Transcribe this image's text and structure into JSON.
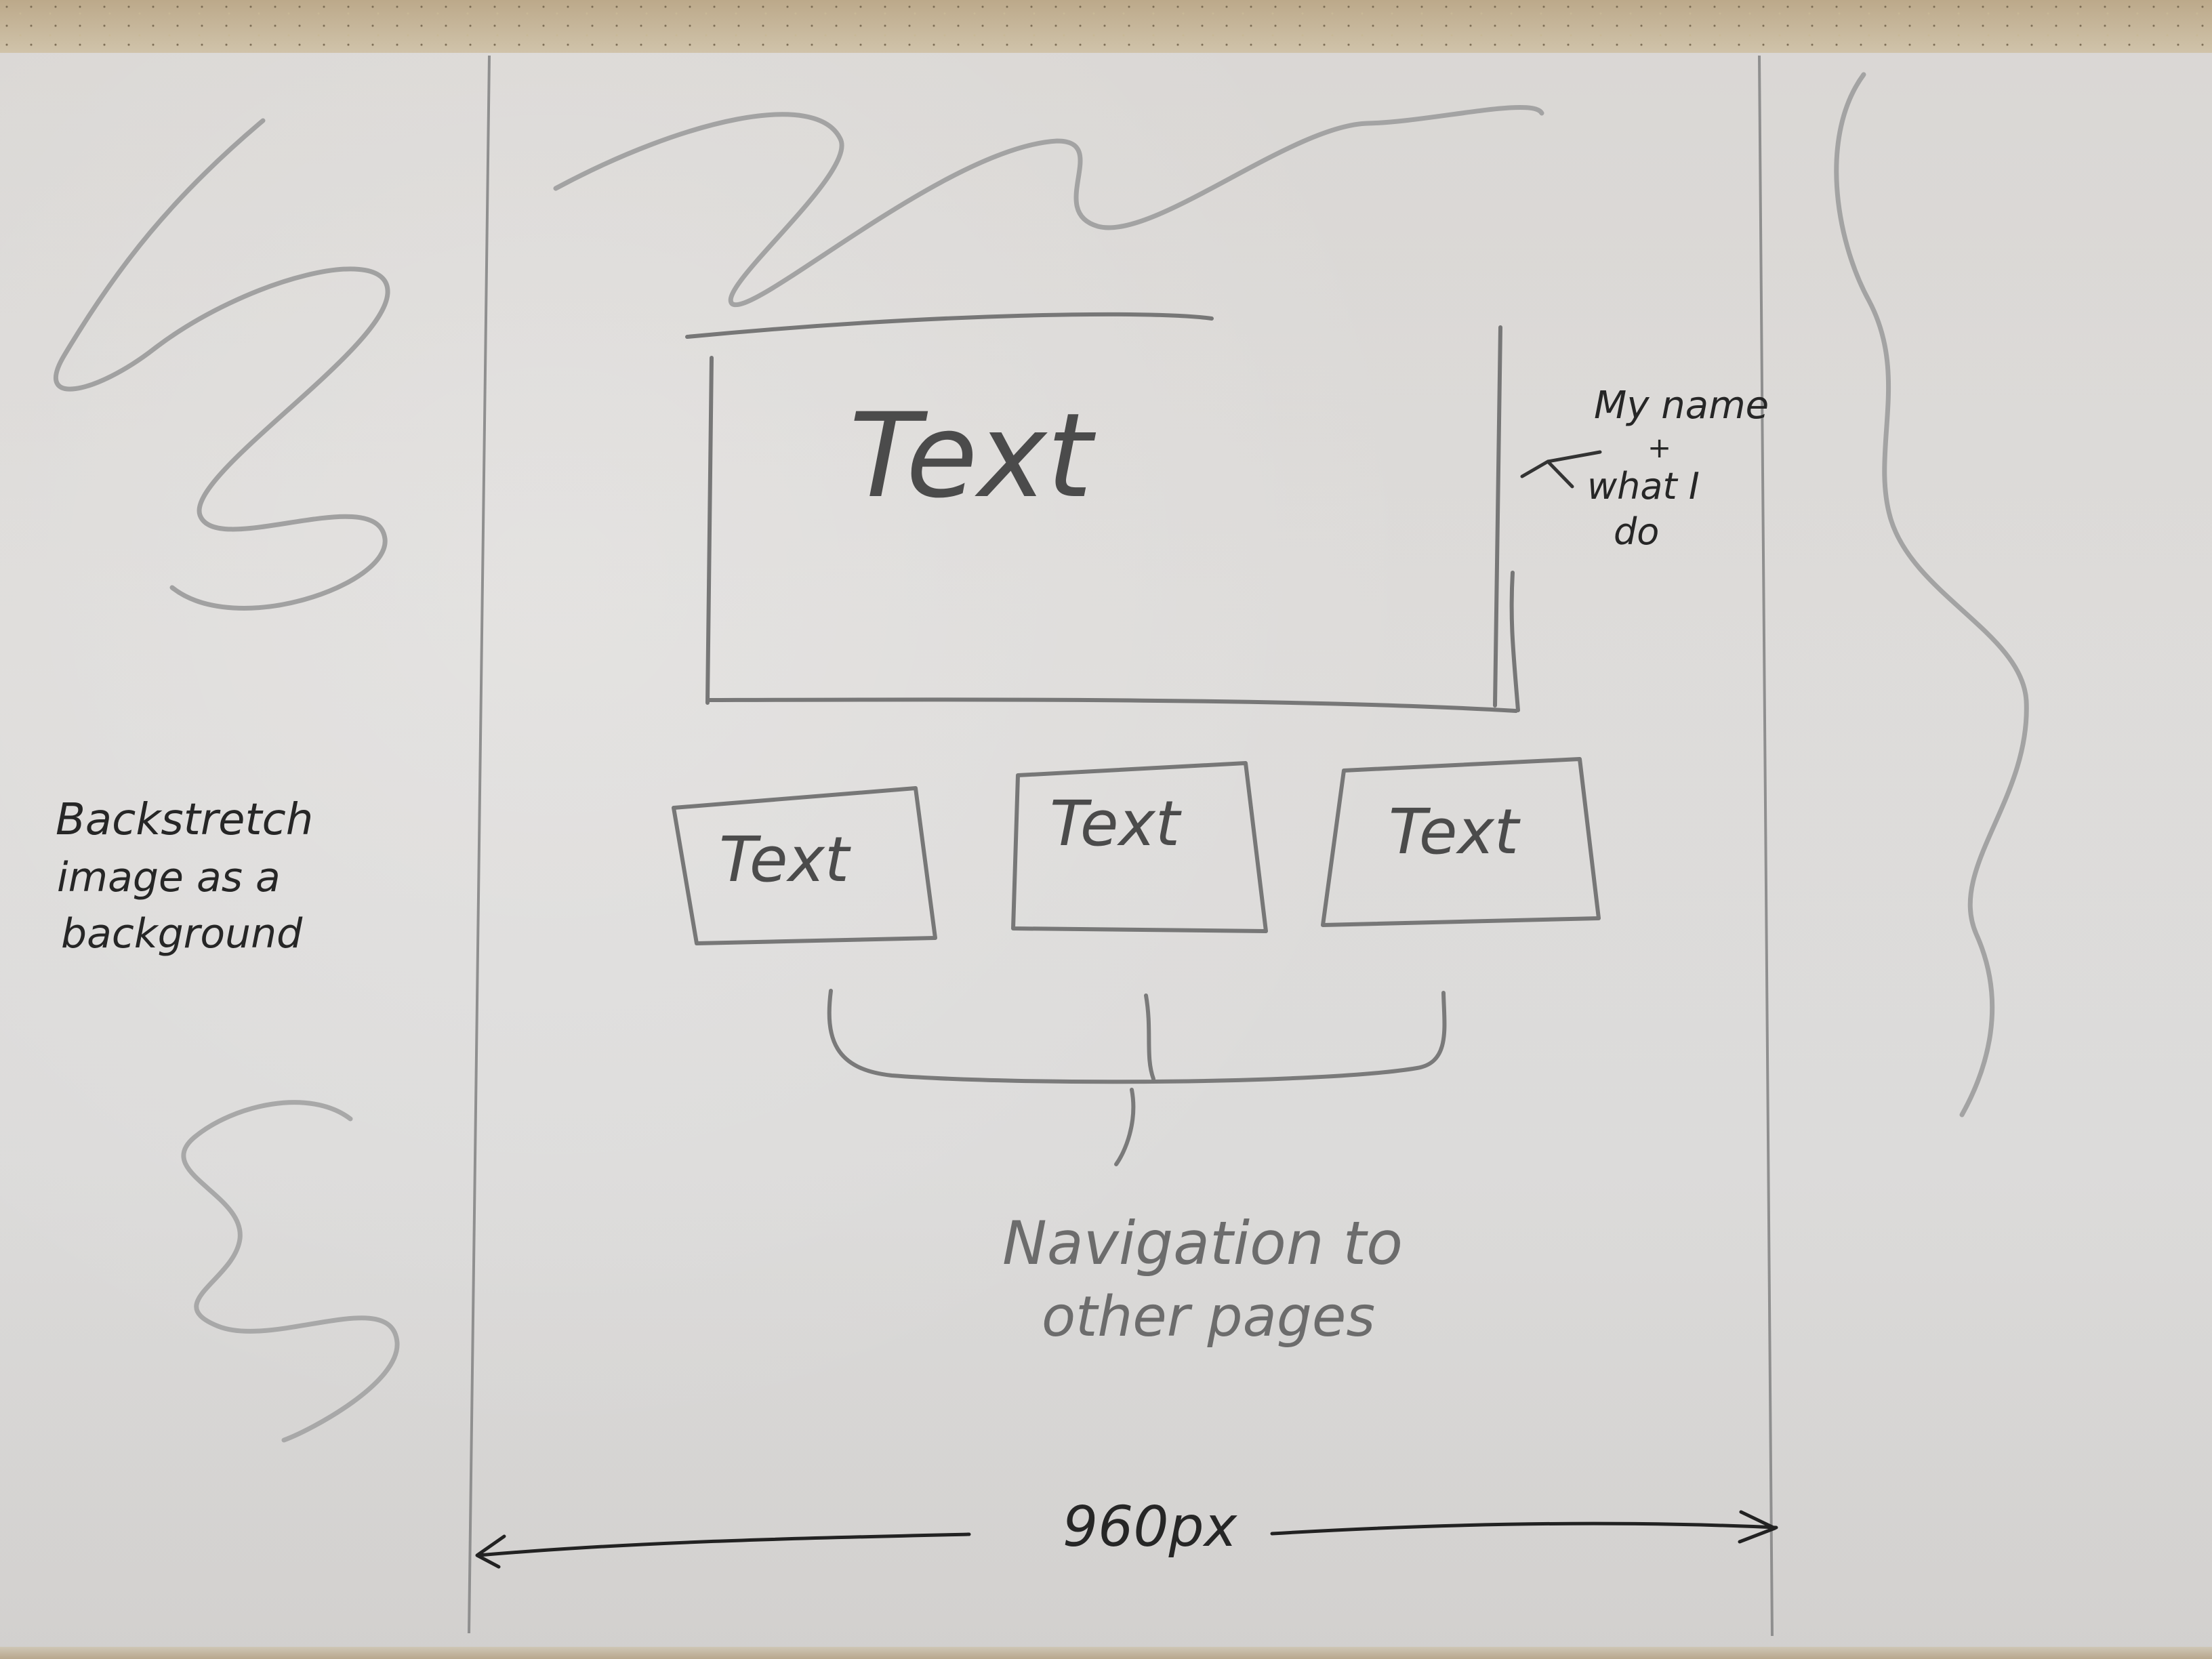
{
  "sketch": {
    "hero_box_label": "Text",
    "hero_annotation": {
      "line1": "My name",
      "line2": "+",
      "line3": "what I",
      "line4": "do"
    },
    "cards": [
      {
        "label": "Text"
      },
      {
        "label": "Text"
      },
      {
        "label": "Text"
      }
    ],
    "background_note": {
      "line1": "Backstretch",
      "line2": "image as a",
      "line3": "background"
    },
    "navigation_note": {
      "line1": "Navigation to",
      "line2": "other pages"
    },
    "width_label": "960px"
  }
}
